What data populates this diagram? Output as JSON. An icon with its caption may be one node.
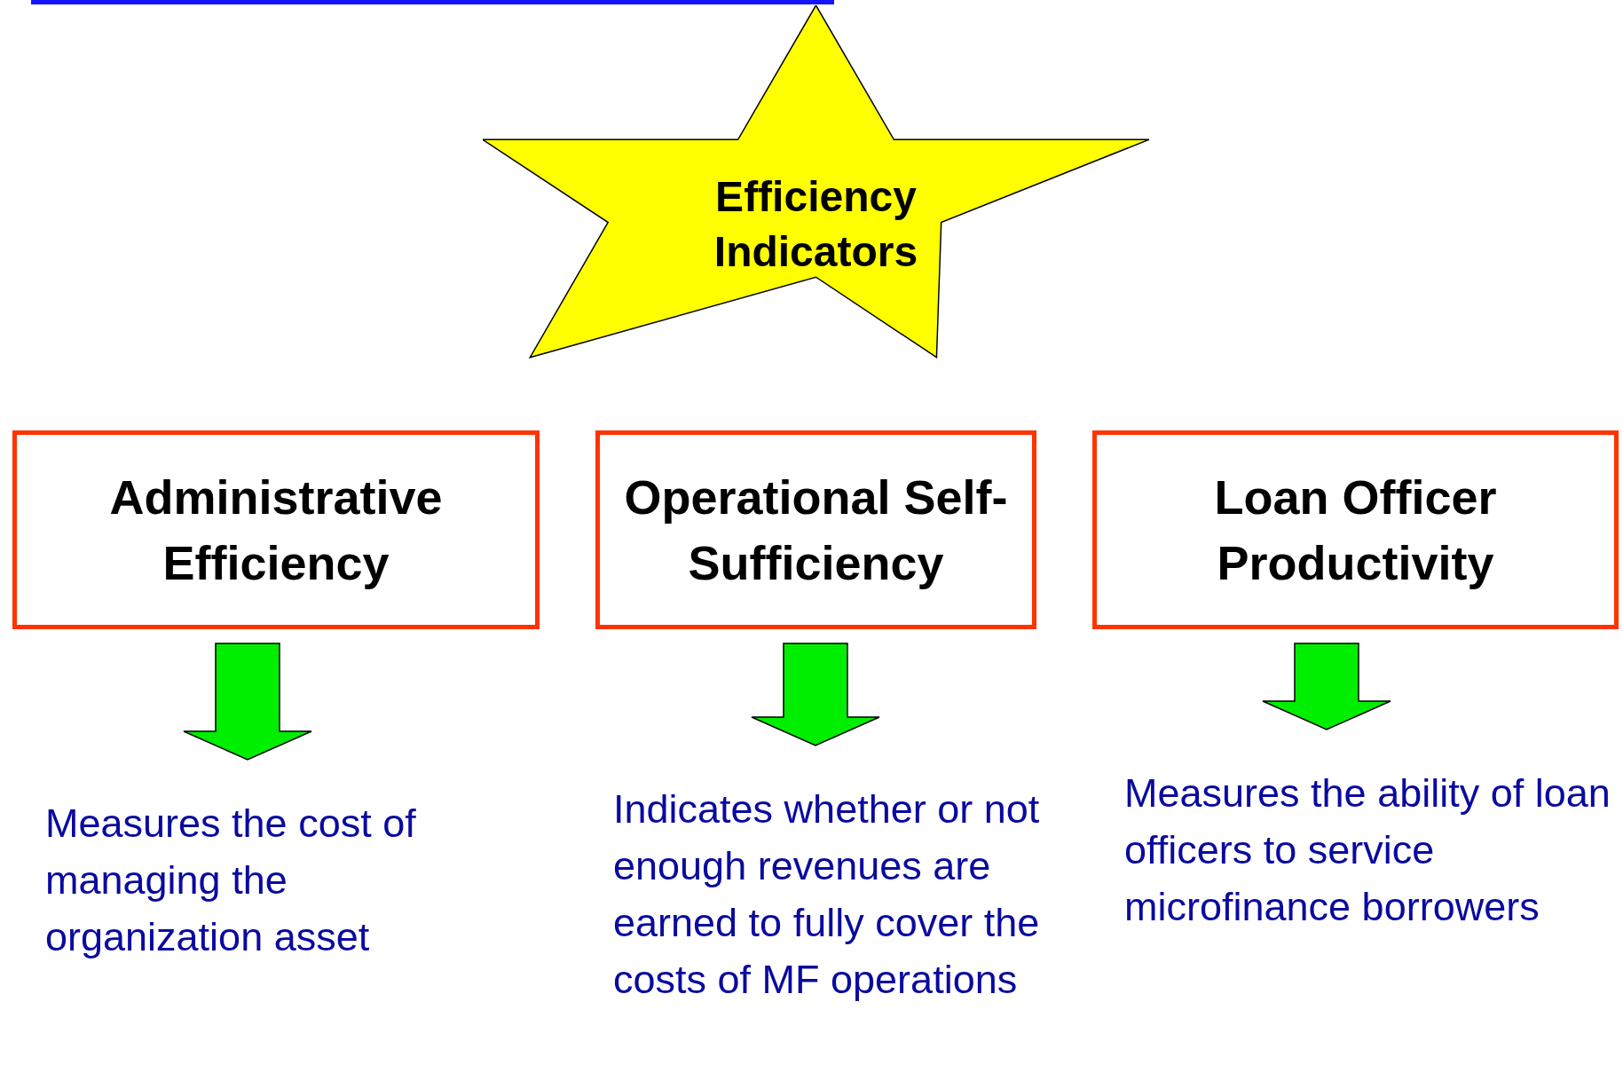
{
  "diagram": {
    "nodes": [
      {
        "text": [
          "Efficiency Indicators"
        ]
      },
      {
        "text": [
          "Administrative Efficiency"
        ]
      },
      {
        "text": [
          "Operational Self-Sufficiency"
        ]
      },
      {
        "text": [
          "Loan Officer Productivity"
        ]
      },
      {
        "text": [
          "Measures the cost of managing the organization asset"
        ]
      },
      {
        "text": [
          "Indicates whether or not enough revenues are earned to fully cover the costs of MF operations"
        ]
      },
      {
        "text": [
          "Measures the ability of loan officers to service microfinance borrowers"
        ]
      }
    ],
    "edges": [
      {
        "from": 1,
        "to": 4,
        "arrow": "to",
        "style": "thick"
      },
      {
        "from": 2,
        "to": 5,
        "arrow": "to",
        "style": "thick"
      },
      {
        "from": 3,
        "to": 6,
        "arrow": "to",
        "style": "thick"
      }
    ]
  }
}
